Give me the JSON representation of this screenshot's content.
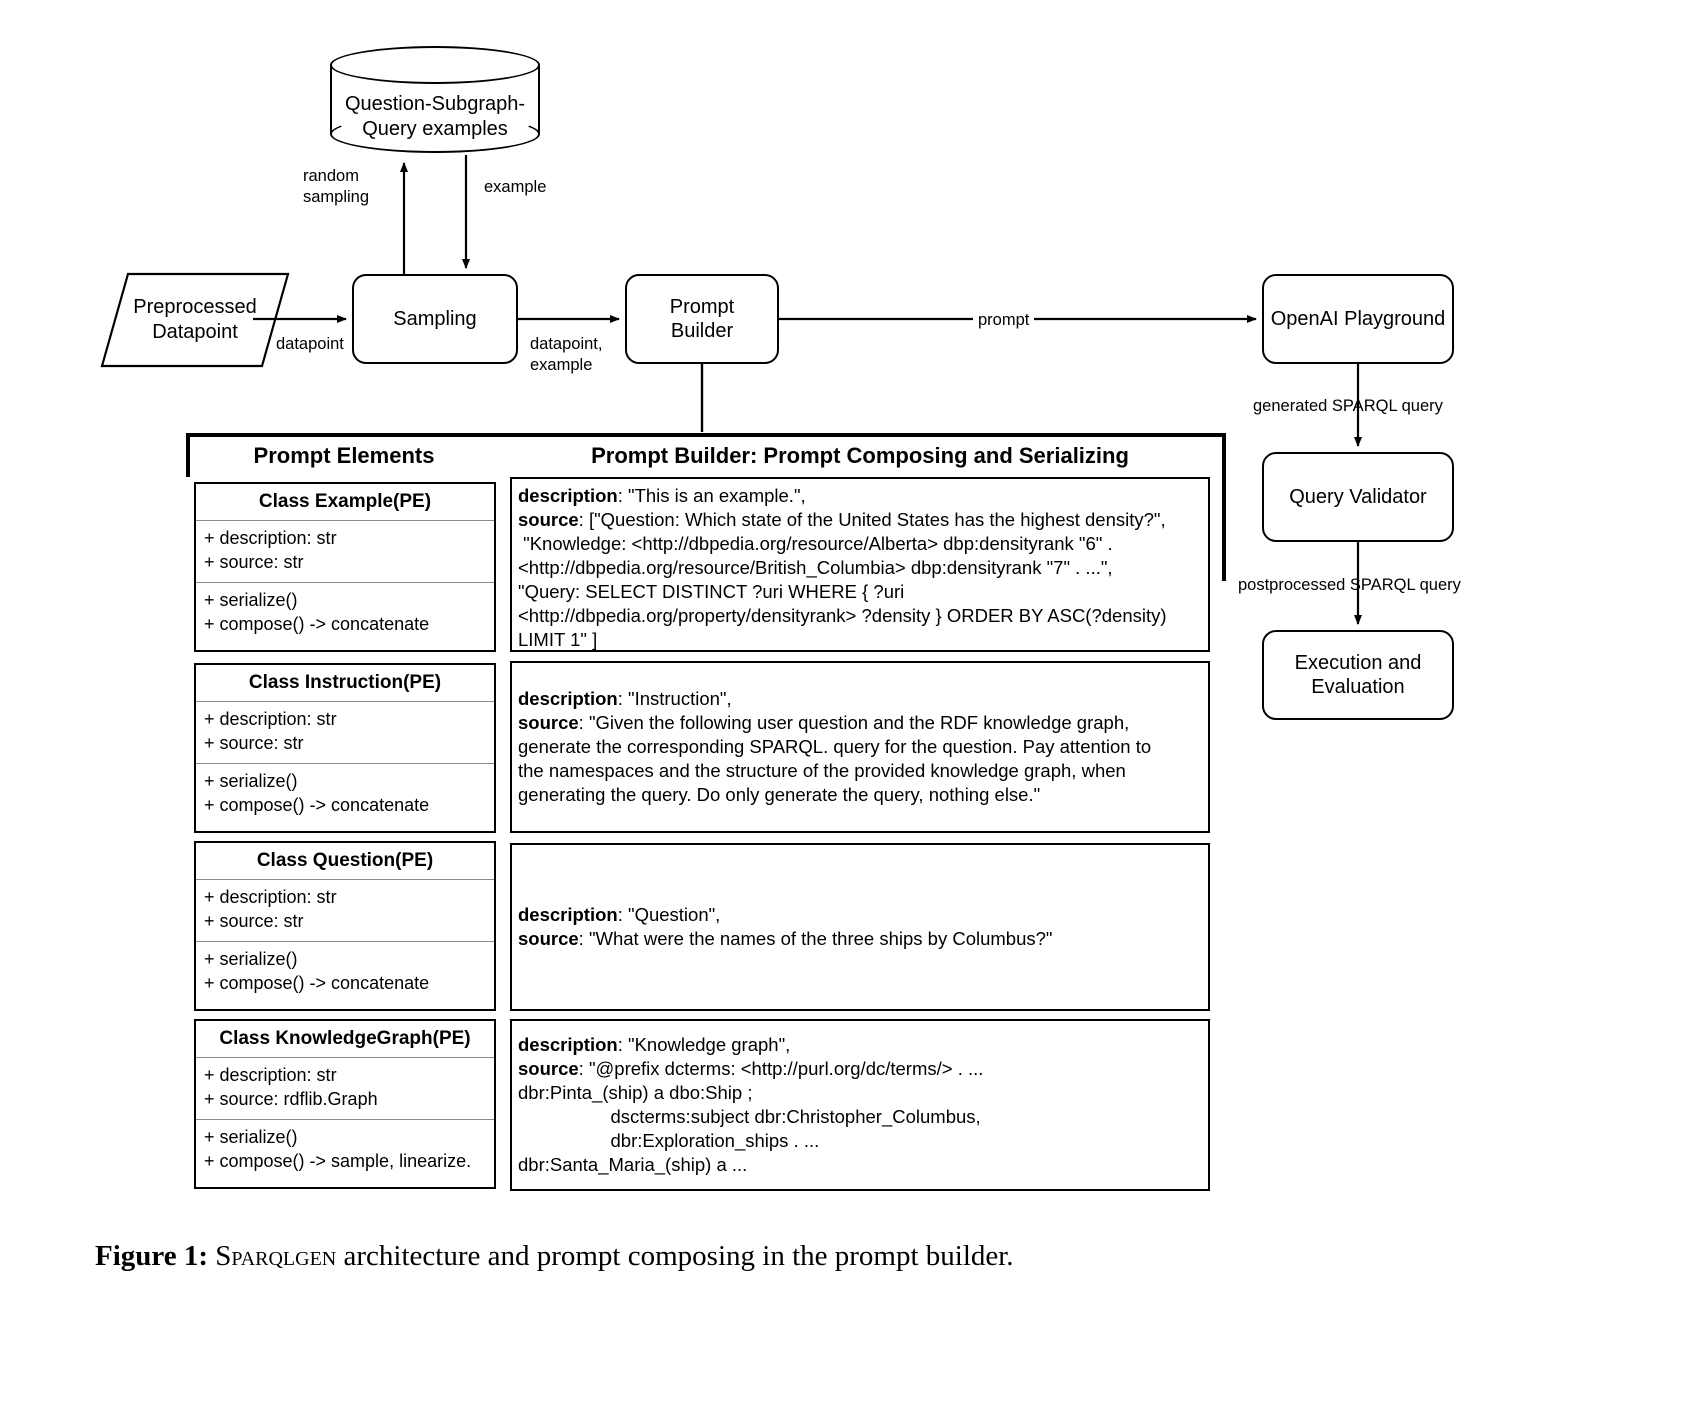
{
  "figure": {
    "caption_label": "Figure 1:",
    "caption_text": "SPARQLGEN architecture and prompt composing in the prompt builder.",
    "caption_smallcaps_word": "SPARQLGEN"
  },
  "flow": {
    "nodes": {
      "datastore": {
        "label": "Question-Subgraph-\nQuery examples",
        "shape": "cylinder"
      },
      "preprocessed": {
        "label": "Preprocessed\nDatapoint",
        "shape": "parallelogram"
      },
      "sampling": {
        "label": "Sampling",
        "shape": "rounded-rect"
      },
      "prompt_builder": {
        "label": "Prompt\nBuilder",
        "shape": "rounded-rect"
      },
      "openai": {
        "label": "OpenAI Playground",
        "shape": "rounded-rect"
      },
      "validator": {
        "label": "Query Validator",
        "shape": "rounded-rect"
      },
      "execution": {
        "label": "Execution and\nEvaluation",
        "shape": "rounded-rect"
      }
    },
    "edges": [
      {
        "id": "random-sampling",
        "label": "random\nsampling",
        "from": "sampling",
        "to": "datastore"
      },
      {
        "id": "example",
        "label": "example",
        "from": "datastore",
        "to": "sampling"
      },
      {
        "id": "datapoint",
        "label": "datapoint",
        "from": "preprocessed",
        "to": "sampling"
      },
      {
        "id": "datapoint-example",
        "label": "datapoint,\nexample",
        "from": "sampling",
        "to": "prompt_builder"
      },
      {
        "id": "prompt",
        "label": "prompt",
        "from": "prompt_builder",
        "to": "openai"
      },
      {
        "id": "generated-query",
        "label": "generated SPARQL query",
        "from": "openai",
        "to": "validator"
      },
      {
        "id": "postprocessed-query",
        "label": "postprocessed SPARQL query",
        "from": "validator",
        "to": "execution"
      }
    ]
  },
  "panel": {
    "left_heading": "Prompt Elements",
    "right_heading": "Prompt Builder: Prompt Composing and Serializing",
    "classes": [
      {
        "title": "Class Example(PE)",
        "attributes": [
          "+ description: str",
          "+ source: str"
        ],
        "methods": [
          "+ serialize()",
          "+ compose() -> concatenate"
        ]
      },
      {
        "title": "Class Instruction(PE)",
        "attributes": [
          "+ description: str",
          "+ source: str"
        ],
        "methods": [
          "+ serialize()",
          "+ compose() -> concatenate"
        ]
      },
      {
        "title": "Class Question(PE)",
        "attributes": [
          "+ description: str",
          "+ source: str"
        ],
        "methods": [
          "+ serialize()",
          "+ compose() -> concatenate"
        ]
      },
      {
        "title": "Class KnowledgeGraph(PE)",
        "attributes": [
          "+ description: str",
          "+ source: rdflib.Graph"
        ],
        "methods": [
          "+ serialize()",
          "+ compose() -> sample, linearize."
        ]
      }
    ],
    "serializations": [
      {
        "id": "example-serialization",
        "lines": [
          {
            "key": "description",
            "rest": ": \"This is an example.\","
          },
          {
            "key": "source",
            "rest": ": [\"Question: Which state of the United States has the highest density?\","
          },
          {
            "key": "",
            "rest": " \"Knowledge: <http://dbpedia.org/resource/Alberta> dbp:densityrank \"6\" ."
          },
          {
            "key": "",
            "rest": "<http://dbpedia.org/resource/British_Columbia> dbp:densityrank \"7\" . ...\","
          },
          {
            "key": "",
            "rest": "\"Query: SELECT DISTINCT ?uri WHERE { ?uri"
          },
          {
            "key": "",
            "rest": "<http://dbpedia.org/property/densityrank> ?density } ORDER BY ASC(?density)"
          },
          {
            "key": "",
            "rest": "LIMIT 1\" ]"
          }
        ]
      },
      {
        "id": "instruction-serialization",
        "lines": [
          {
            "key": "description",
            "rest": ": \"Instruction\","
          },
          {
            "key": "source",
            "rest": ": \"Given the following user question and the RDF knowledge graph,"
          },
          {
            "key": "",
            "rest": "generate the corresponding SPARQL. query for the question. Pay attention to"
          },
          {
            "key": "",
            "rest": "the namespaces and the structure of the provided knowledge graph, when"
          },
          {
            "key": "",
            "rest": "generating the query. Do only generate the query, nothing else.\""
          }
        ]
      },
      {
        "id": "question-serialization",
        "lines": [
          {
            "key": "description",
            "rest": ": \"Question\","
          },
          {
            "key": "source",
            "rest": ": \"What were the names of the three ships by Columbus?\""
          }
        ]
      },
      {
        "id": "knowledgegraph-serialization",
        "lines": [
          {
            "key": "description",
            "rest": ": \"Knowledge graph\","
          },
          {
            "key": "source",
            "rest": ": \"@prefix dcterms: <http://purl.org/dc/terms/> . ..."
          },
          {
            "key": "",
            "rest": "dbr:Pinta_(ship) a dbo:Ship ;"
          },
          {
            "key": "",
            "rest": "                  dscterms:subject dbr:Christopher_Columbus,"
          },
          {
            "key": "",
            "rest": "                  dbr:Exploration_ships . ..."
          },
          {
            "key": "",
            "rest": "dbr:Santa_Maria_(ship) a ..."
          }
        ]
      }
    ]
  },
  "colors": {
    "stroke": "#000000",
    "background": "#ffffff",
    "divider": "#8a8a8a"
  }
}
